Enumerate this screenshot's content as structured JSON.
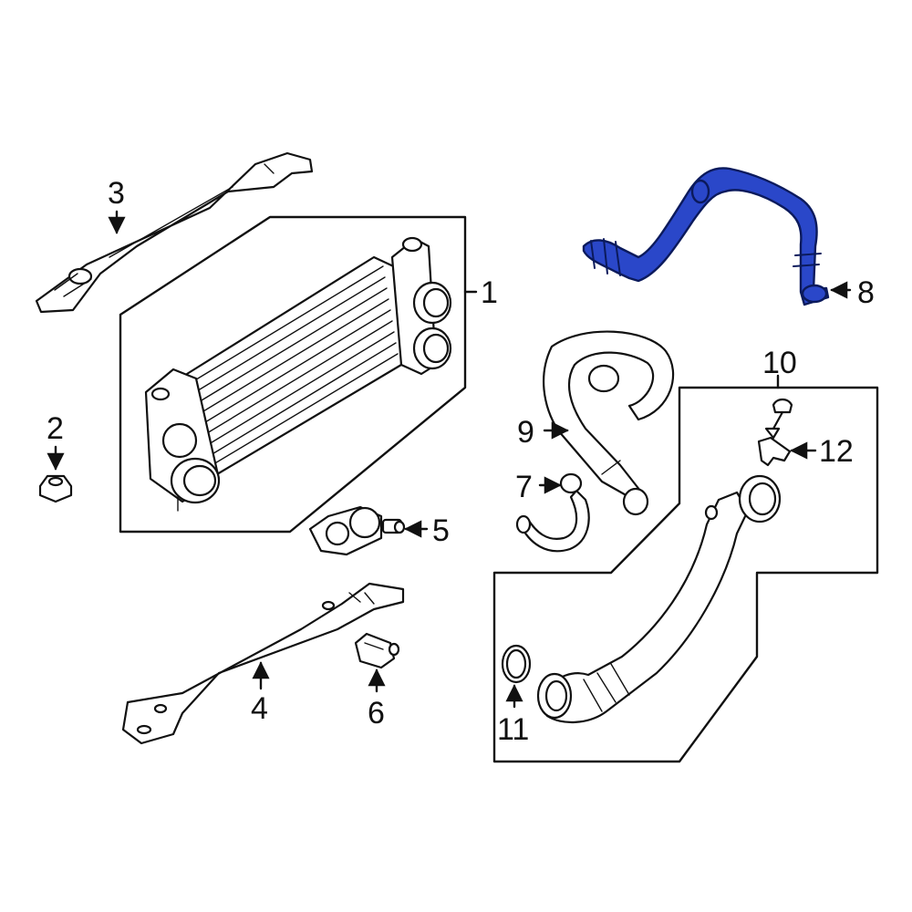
{
  "diagram": {
    "highlight_color": "#2a47c9",
    "line_color": "#111111",
    "background": "#ffffff",
    "callouts": {
      "c1": "1",
      "c2": "2",
      "c3": "3",
      "c4": "4",
      "c5": "5",
      "c6": "6",
      "c7": "7",
      "c8": "8",
      "c9": "9",
      "c10": "10",
      "c11": "11",
      "c12": "12"
    },
    "highlighted_part": "8"
  }
}
